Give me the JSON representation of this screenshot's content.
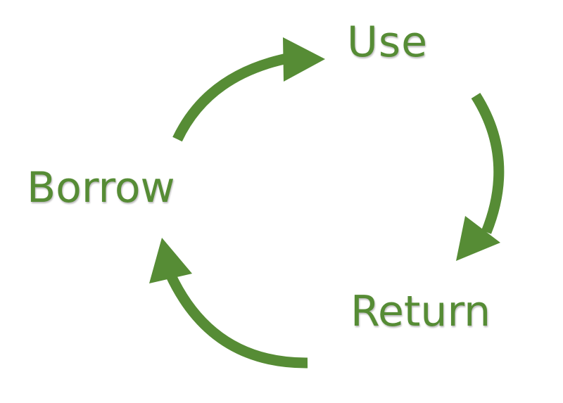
{
  "diagram": {
    "accent_color": "#568c35",
    "nodes": [
      {
        "id": "use",
        "label": "Use"
      },
      {
        "id": "borrow",
        "label": "Borrow"
      },
      {
        "id": "return",
        "label": "Return"
      }
    ],
    "edges": [
      {
        "from": "borrow",
        "to": "use",
        "icon": "curved-arrow-icon"
      },
      {
        "from": "use",
        "to": "return",
        "icon": "curved-arrow-icon"
      },
      {
        "from": "return",
        "to": "borrow",
        "icon": "curved-arrow-icon"
      }
    ]
  }
}
